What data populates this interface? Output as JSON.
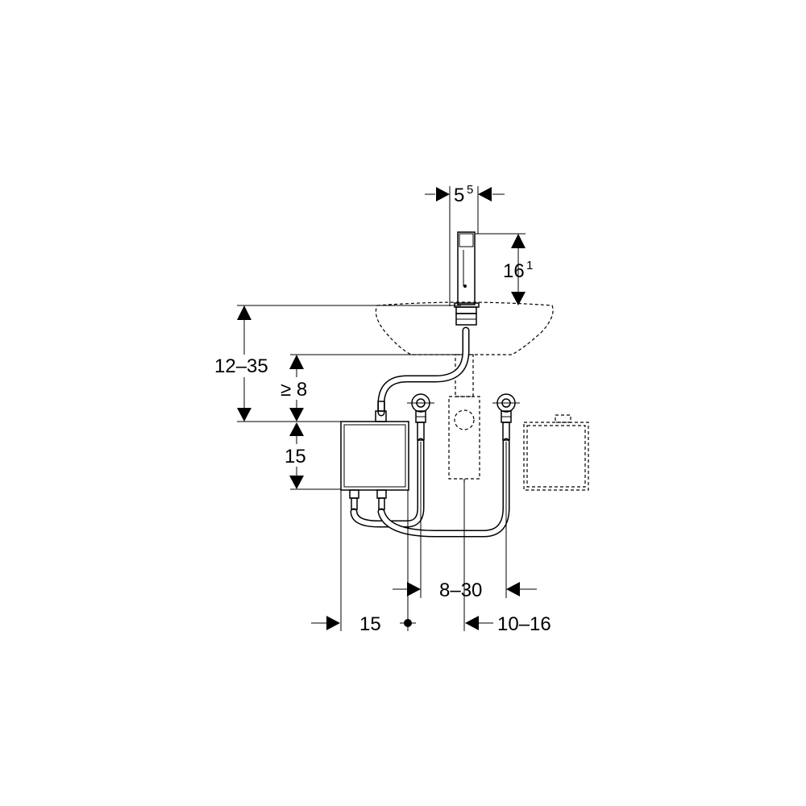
{
  "dimensions": {
    "spout_width": {
      "value": "5",
      "sup": "5"
    },
    "spout_height": {
      "value": "16",
      "sup": "1"
    },
    "basin_to_box_top": "12–35",
    "min_clearance": "≥ 8",
    "box_height": "15",
    "valve_spacing": "8–30",
    "box_width": "15",
    "drain_offset": "10–16"
  }
}
